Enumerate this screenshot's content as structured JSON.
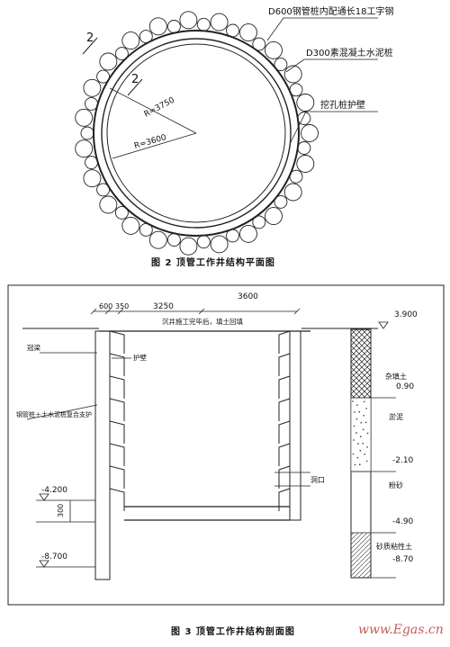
{
  "figure2": {
    "caption": "图 2   顶管工作井结构平面图",
    "labels": {
      "steel_pile": "D600钢管桩内配通长18工字钢",
      "mixing_pile": "D300素混凝土水泥桩",
      "retaining_wall": "挖孔桩护壁",
      "radius_outer": "R=3750",
      "radius_inner": "R=3600",
      "section_mark": "2"
    }
  },
  "figure3": {
    "caption": "图 3   顶管工作井结构剖面图",
    "dims": {
      "d600": "600",
      "d350": "350",
      "d3250": "3250",
      "d3600": "3600",
      "d300": "300"
    },
    "notes": {
      "backfill": "沉井施工完毕后，填土回填",
      "crown_beam": "冠梁",
      "lining": "护壁",
      "pile_support": "钢管桩＋土水泥桩复合支护",
      "pipe_hole": "洞口"
    },
    "elevations": {
      "top": "3.900",
      "e1": "-4.200",
      "e2": "-8.700"
    },
    "soil": [
      {
        "name": "杂填土",
        "depth": "0.90"
      },
      {
        "name": "淤泥",
        "depth": "-2.10"
      },
      {
        "name": "粉砂",
        "depth": "-4.90"
      },
      {
        "name": "砂质粘性土",
        "depth": "-8.70"
      }
    ]
  },
  "watermark": "www.Egas.cn"
}
